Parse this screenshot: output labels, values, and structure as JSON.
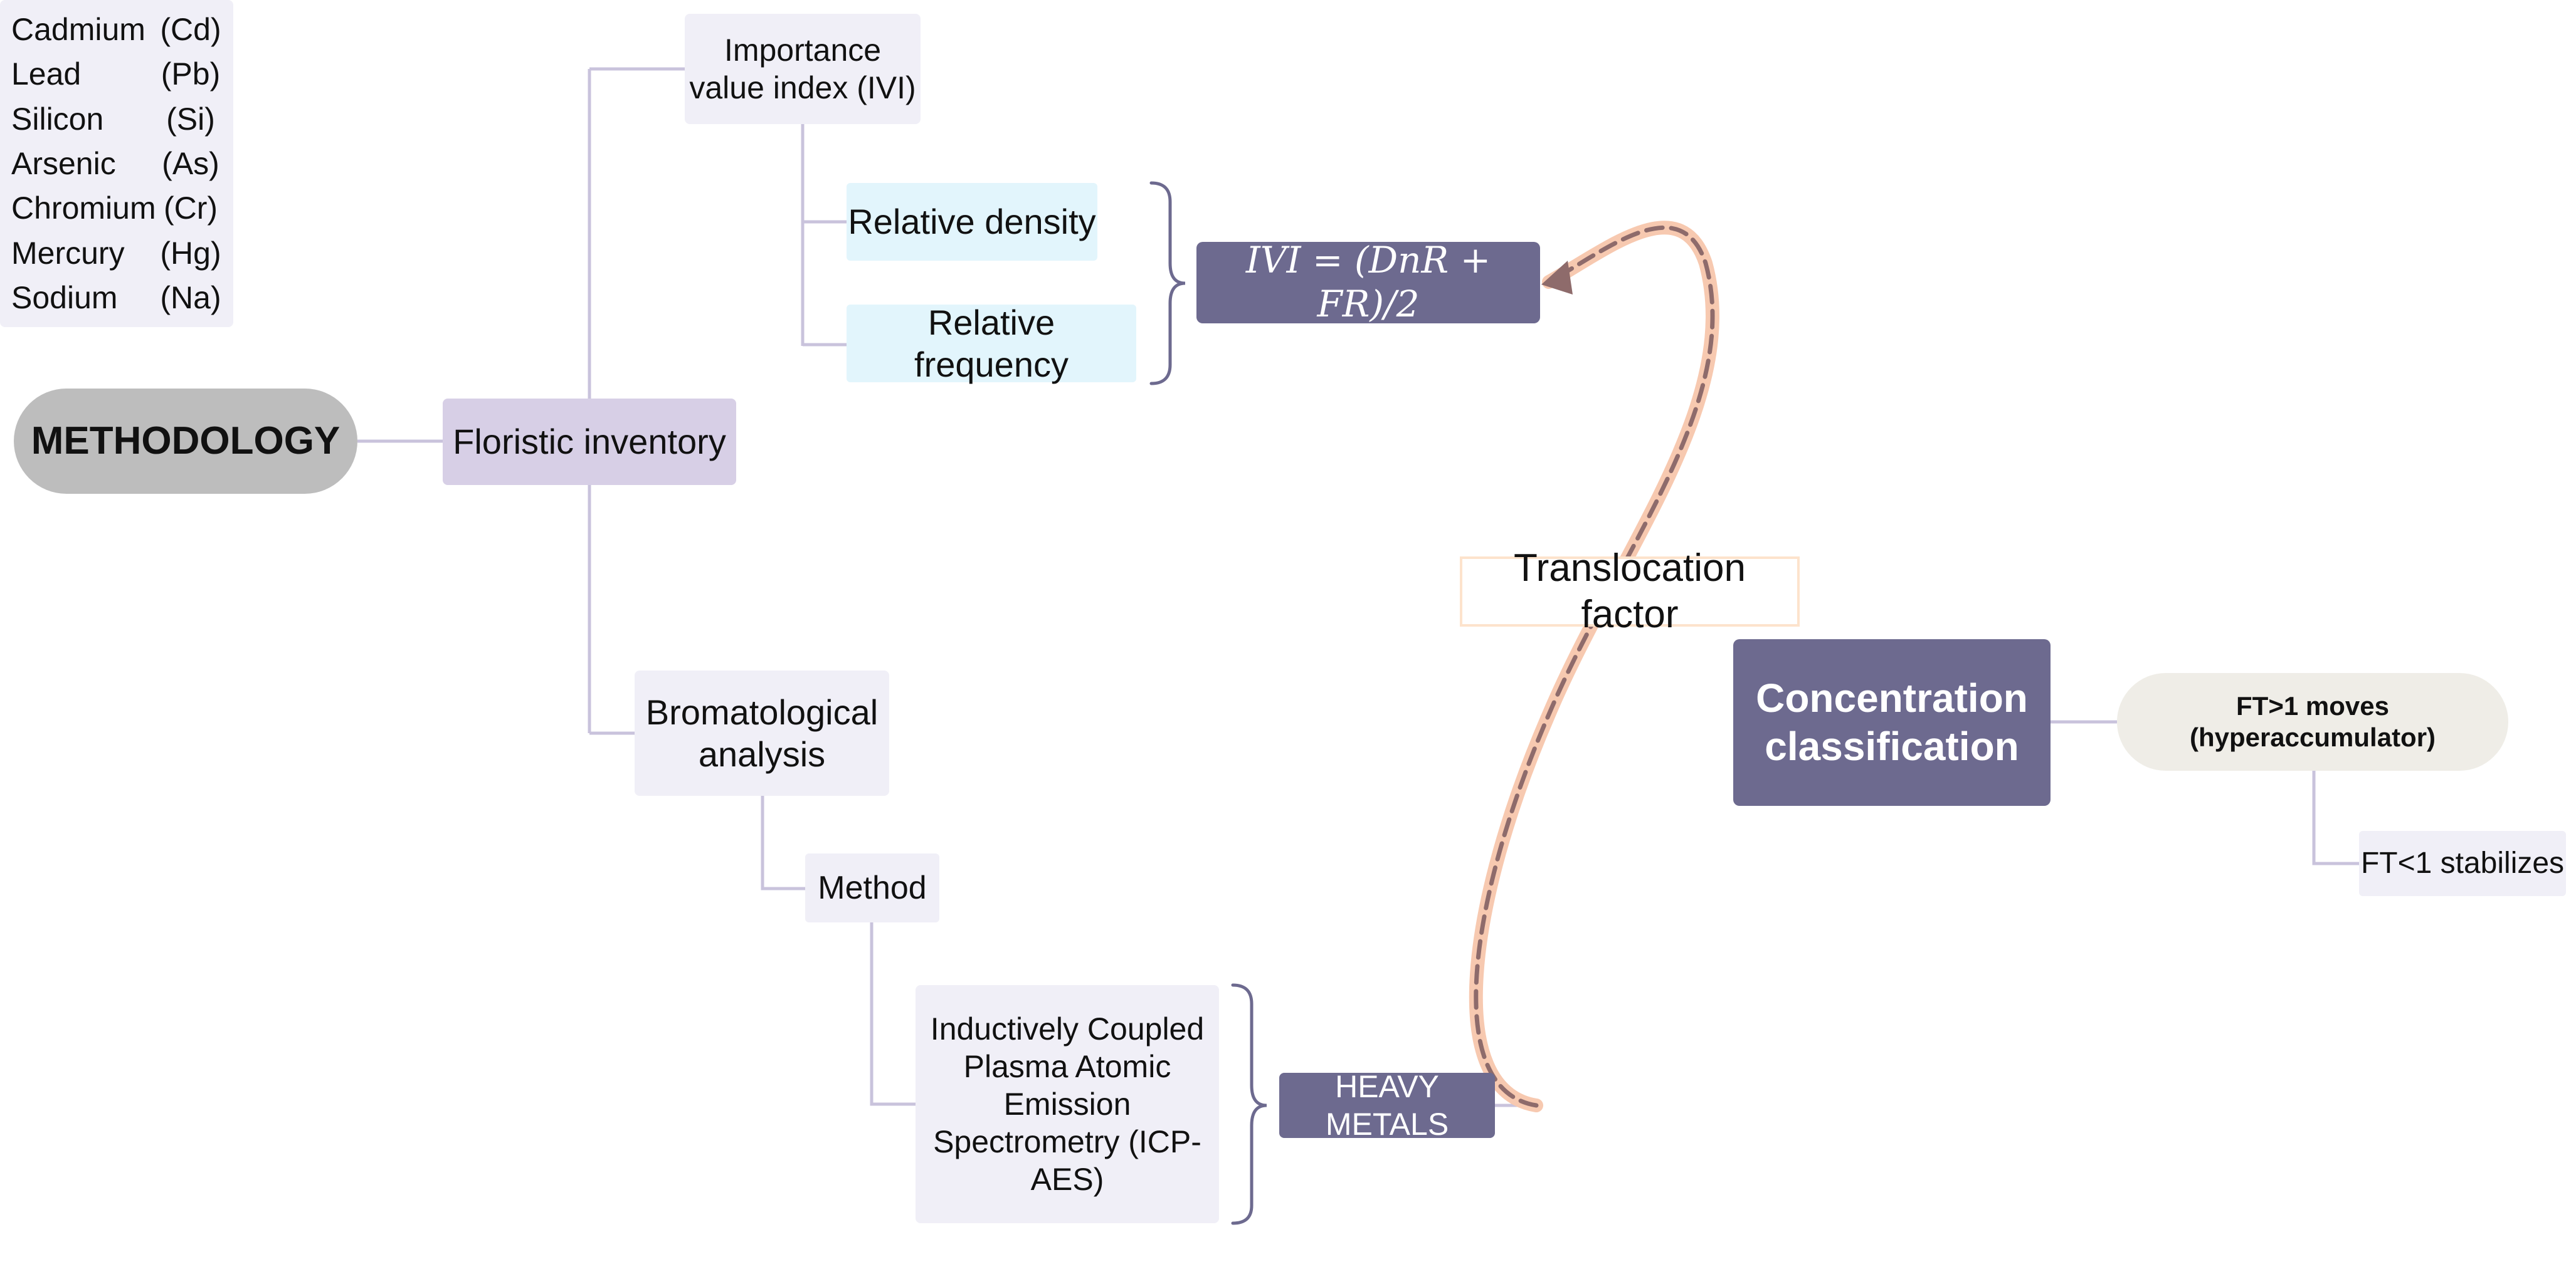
{
  "nodes": {
    "root": "METHODOLOGY",
    "floristic": "Floristic inventory",
    "ivi_line1": "Importance",
    "ivi_line2": "value index (IVI)",
    "relative_density": "Relative density",
    "relative_frequency": "Relative frequency",
    "formula": "IVI = (DnR + FR)/2",
    "translocation": "Translocation factor",
    "concentration_line1": "Concentration",
    "concentration_line2": "classification",
    "ft_gt_line1": "FT>1 moves",
    "ft_gt_line2": "(hyperaccumulator)",
    "ft_lt": "FT<1 stabilizes",
    "bromatological_line1": "Bromatological",
    "bromatological_line2": "analysis",
    "method": "Method",
    "icp_lines": [
      "Inductively Coupled",
      "Plasma Atomic",
      "Emission",
      "Spectrometry (ICP-",
      "AES)"
    ],
    "heavy_metals": "HEAVY METALS"
  },
  "metals": [
    {
      "name": "Cadmium",
      "symbol": "(Cd)"
    },
    {
      "name": "Lead",
      "symbol": "(Pb)"
    },
    {
      "name": "Silicon",
      "symbol": "(Si)"
    },
    {
      "name": "Arsenic",
      "symbol": "(As)"
    },
    {
      "name": "Chromium",
      "symbol": "(Cr)"
    },
    {
      "name": "Mercury",
      "symbol": "(Hg)"
    },
    {
      "name": "Sodium",
      "symbol": "(Na)"
    }
  ],
  "colors": {
    "connector": "#c9c3dc",
    "brace": "#6d6a8f",
    "dashed_curve": "#8e6b6b",
    "curve_halo": "#f7c9b0",
    "dark_node": "#6d6a8f"
  }
}
